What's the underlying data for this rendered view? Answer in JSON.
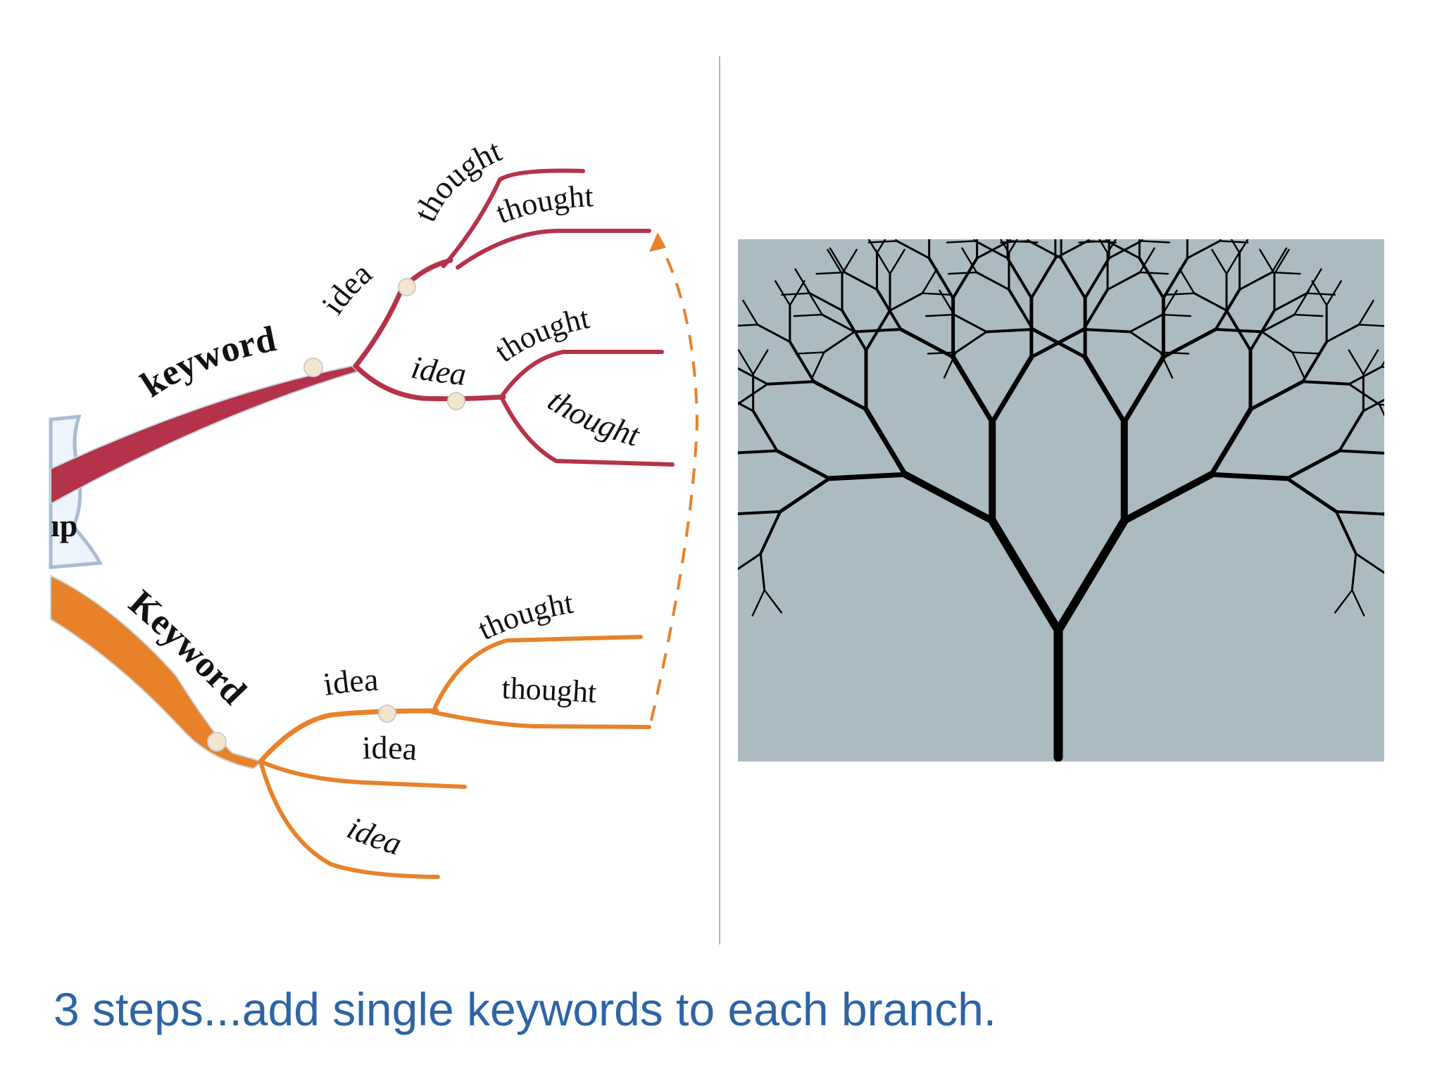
{
  "mindmap": {
    "center_fragment": "ıp",
    "red_branch": {
      "color": "#b5334a",
      "keyword": "keyword",
      "ideas": [
        "idea",
        "idea"
      ],
      "thoughts": [
        "thought",
        "thought",
        "thought",
        "thought"
      ]
    },
    "orange_branch": {
      "color": "#e8822a",
      "keyword": "Keyword",
      "ideas": [
        "idea",
        "idea",
        "idea"
      ],
      "thoughts": [
        "thought",
        "thought"
      ]
    }
  },
  "tree": {
    "background": "#acbbc1",
    "branch_color": "#000000",
    "levels": 7
  },
  "caption": "3 steps...add single keywords to each branch."
}
